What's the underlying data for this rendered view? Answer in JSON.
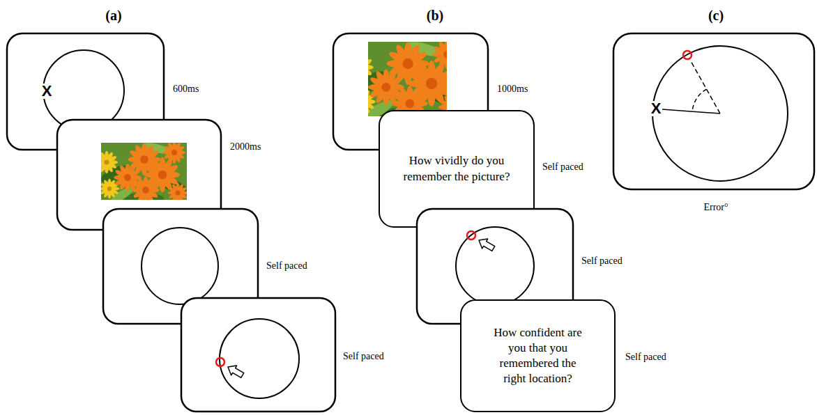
{
  "diagram": {
    "nodes": [
      {
        "text": [
          "How vividly do you remember the picture?"
        ]
      },
      {
        "text": [
          "How confident are you that you remembered the right location?"
        ]
      }
    ],
    "labels": [
      "(a)",
      "(b)",
      "(c)",
      "600ms",
      "X",
      "2000ms",
      "Self paced",
      "Self paced",
      "1000ms",
      "Self paced",
      "Self paced",
      "Self paced",
      "X",
      "Error°"
    ]
  }
}
